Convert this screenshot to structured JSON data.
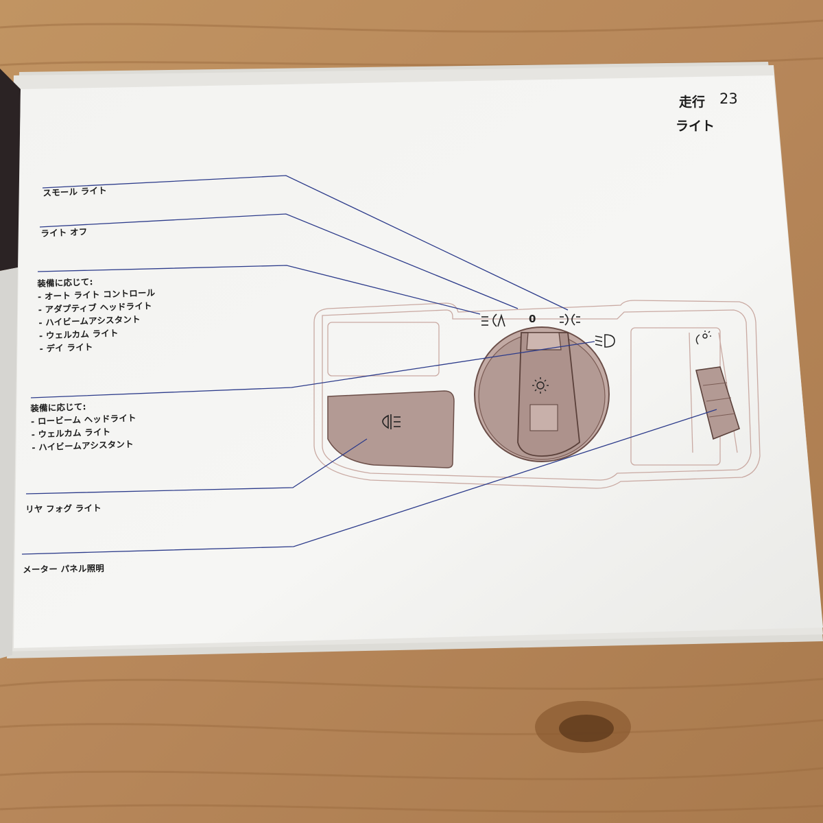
{
  "page": {
    "section": "走行",
    "number": "23",
    "chapter": "ライト"
  },
  "callouts": {
    "parking_lights": "スモール ライト",
    "lights_off": "ライト オフ",
    "auto_group": {
      "heading": "装備に応じて:",
      "items": [
        "- オート ライト コントロール",
        "- アダプティブ ヘッドライト",
        "- ハイビームアシスタント",
        "- ウェルカム ライト",
        "- デイ ライト"
      ]
    },
    "lowbeam_group": {
      "heading": "装備に応じて:",
      "items": [
        "- ロービーム ヘッドライト",
        "- ウェルカム ライト",
        "- ハイビームアシスタント"
      ]
    },
    "rear_fog": "リヤ フォグ ライト",
    "instrument_lighting": "メーター パネル照明"
  },
  "switch_marks": {
    "off_position": "0"
  },
  "icons": {
    "auto_light": "auto-light-icon",
    "parking_light": "parking-light-icon",
    "low_beam": "low-beam-icon",
    "rear_fog": "rear-fog-icon",
    "sun": "sun-icon",
    "dimmer": "dimmer-icon"
  },
  "colors": {
    "paper": "#f7f7f5",
    "knob_fill": "#b39a94",
    "leader_line": "#2b3a8a",
    "outline": "#c9a9a2",
    "wood": "#b88a5a"
  }
}
